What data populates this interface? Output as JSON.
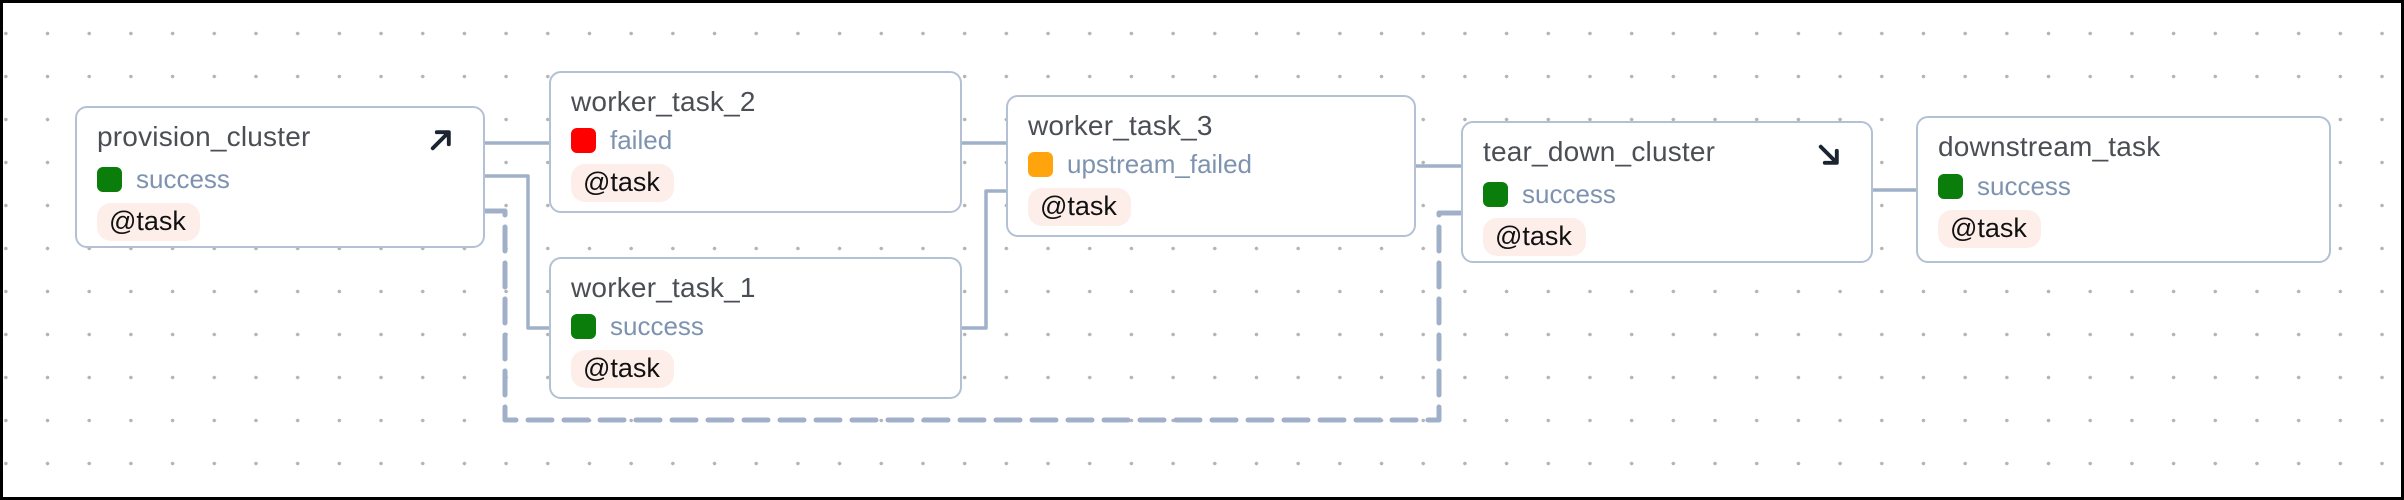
{
  "diagram": {
    "type": "dag-graph",
    "decorator_badge": "@task",
    "nodes": [
      {
        "id": "provision_cluster",
        "title": "provision_cluster",
        "state": "success",
        "state_color": "#0b7d0b",
        "decorator": "@task",
        "icon": "arrow-up-right-icon"
      },
      {
        "id": "worker_task_2",
        "title": "worker_task_2",
        "state": "failed",
        "state_color": "#fe0000",
        "decorator": "@task"
      },
      {
        "id": "worker_task_1",
        "title": "worker_task_1",
        "state": "success",
        "state_color": "#0b7d0b",
        "decorator": "@task"
      },
      {
        "id": "worker_task_3",
        "title": "worker_task_3",
        "state": "upstream_failed",
        "state_color": "#ffa40d",
        "decorator": "@task"
      },
      {
        "id": "tear_down_cluster",
        "title": "tear_down_cluster",
        "state": "success",
        "state_color": "#0b7d0b",
        "decorator": "@task",
        "icon": "arrow-down-right-icon"
      },
      {
        "id": "downstream_task",
        "title": "downstream_task",
        "state": "success",
        "state_color": "#0b7d0b",
        "decorator": "@task"
      }
    ],
    "edges": [
      {
        "from": "provision_cluster",
        "to": "worker_task_2",
        "style": "solid"
      },
      {
        "from": "provision_cluster",
        "to": "worker_task_1",
        "style": "solid"
      },
      {
        "from": "provision_cluster",
        "to": "tear_down_cluster",
        "style": "dashed"
      },
      {
        "from": "worker_task_2",
        "to": "worker_task_3",
        "style": "solid"
      },
      {
        "from": "worker_task_1",
        "to": "worker_task_3",
        "style": "solid"
      },
      {
        "from": "worker_task_3",
        "to": "tear_down_cluster",
        "style": "solid"
      },
      {
        "from": "tear_down_cluster",
        "to": "downstream_task",
        "style": "solid"
      }
    ],
    "colors": {
      "success": "#0b7d0b",
      "failed": "#fe0000",
      "upstream_failed": "#ffa40d",
      "edge": "#9fb0c8",
      "node_border": "#b4c1d5",
      "title_text": "#4b4f55",
      "status_text": "#7e93af",
      "badge_bg": "#fdeeea",
      "badge_text": "#111111",
      "canvas_bg": "#ffffff",
      "dot_grid": "#b5b5b5",
      "frame_border": "#000000",
      "icon": "#1b2430"
    }
  }
}
